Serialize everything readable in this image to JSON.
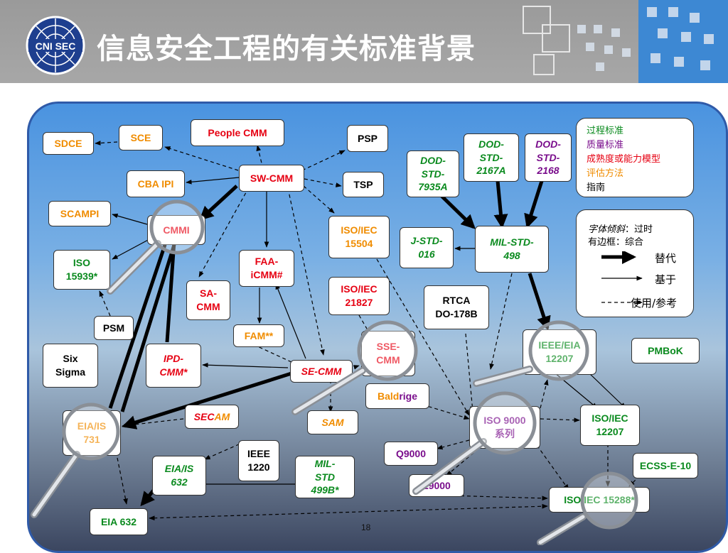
{
  "title": "信息安全工程的有关标准背景",
  "page_number": "18",
  "nodes": {
    "sdce": "SDCE",
    "sce": "SCE",
    "people_cmm": "People CMM",
    "psp": "PSP",
    "sw_cmm": "SW-CMM",
    "tsp": "TSP",
    "cba_ipi": "CBA IPI",
    "scampi": "SCAMPI",
    "cmmi": "CMMI",
    "iso15939": "ISO\n15939*",
    "faa_icmm": "FAA-\niCMM#",
    "sa_cmm": "SA-\nCMM",
    "fam": "FAM**",
    "psm": "PSM",
    "six_sigma": "Six\nSigma",
    "ipd_cmm": "IPD-\nCMM*",
    "se_cmm": "SE-CMM",
    "iso15504": "ISO/IEC\n15504",
    "iso21827": "ISO/IEC\n21827",
    "sse_cmm": "SSE-\nCMM",
    "dod7935a": "DOD-\nSTD-\n7935A",
    "dod2167a": "DOD-\nSTD-\n2167A",
    "dod2168": "DOD-\nSTD-\n2168",
    "jstd016": "J-STD-\n016",
    "milstd498": "MIL-STD-\n498",
    "rtca": "RTCA\nDO-178B",
    "ieee_eia12207": "IEEE/EIA\n12207",
    "pmbok": "PMBoK",
    "baldrige_a": "Bald",
    "baldrige_b": "rige",
    "eia_is731": "EIA/IS\n731",
    "secam_a": "SEC",
    "secam_b": "AM",
    "sam": "SAM",
    "ieee1220": "IEEE\n1220",
    "eia_is632": "EIA/IS\n632",
    "milstd499b": "MIL-\nSTD\n499B*",
    "q9000": "Q9000",
    "iso9000": "ISO 9000\n系列",
    "iso12207": "ISO/IEC\n12207",
    "ecss": "ECSS-E-10",
    "z9000": "Z9000",
    "iso15288": "ISO/IEC 15288*",
    "eia632": "EIA 632"
  },
  "legend_types": [
    "过程标准",
    "质量标准",
    "成熟度或能力模型",
    "评估方法",
    "指南"
  ],
  "legend_colors": [
    "#0a8a1e",
    "#7a0e8c",
    "#e60012",
    "#f08c00",
    "#000000"
  ],
  "legend_font_a": "字体倾斜",
  "legend_font_b": "：过时",
  "legend_border": "有边框：综合",
  "legend_replace": "替代",
  "legend_based": "基于",
  "legend_use": "使用/参考",
  "icons": [
    "logo-cni-sec-icon",
    "magnifier-icon"
  ]
}
